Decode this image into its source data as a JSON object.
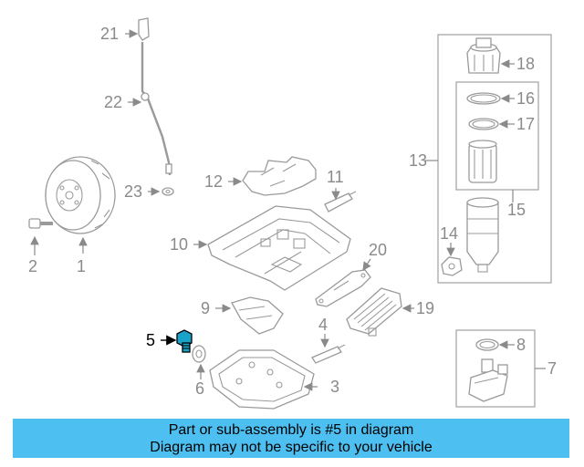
{
  "diagram": {
    "highlighted_part": "5",
    "highlight_color": "#1aa3c9",
    "labels": {
      "l1": "1",
      "l2": "2",
      "l3": "3",
      "l4": "4",
      "l5": "5",
      "l6": "6",
      "l7": "7",
      "l8": "8",
      "l9": "9",
      "l10": "10",
      "l11": "11",
      "l12": "12",
      "l13": "13",
      "l14": "14",
      "l15": "15",
      "l16": "16",
      "l17": "17",
      "l18": "18",
      "l19": "19",
      "l20": "20",
      "l21": "21",
      "l22": "22",
      "l23": "23"
    }
  },
  "banner": {
    "line1": "Part or sub-assembly is #5 in diagram",
    "line2": "Diagram may not be specific to your vehicle",
    "color": "#4dc0f1"
  }
}
